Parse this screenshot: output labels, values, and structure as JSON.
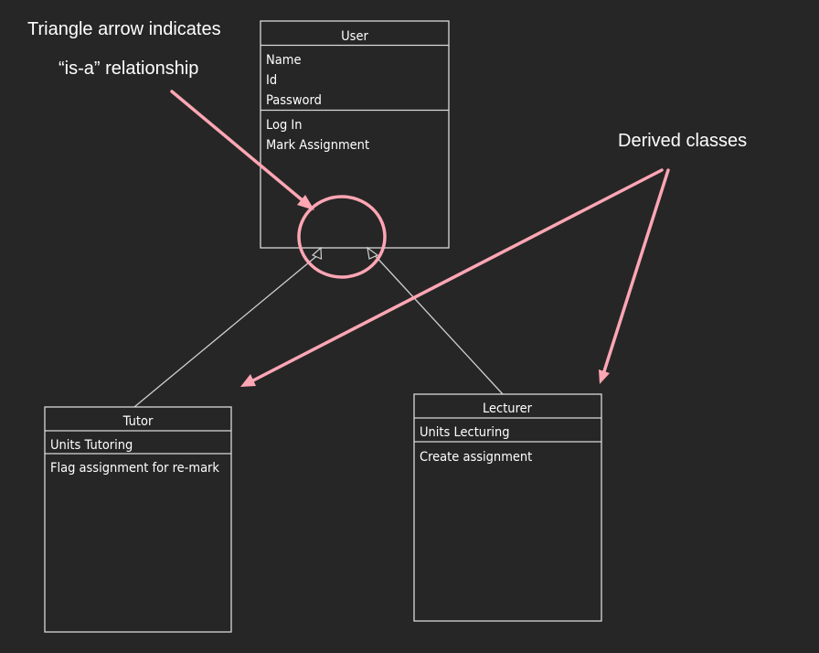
{
  "annotations": {
    "inheritance_note_line1": "Triangle arrow indicates",
    "inheritance_note_line2": "“is-a” relationship",
    "derived_note": "Derived classes"
  },
  "classes": {
    "user": {
      "name": "User",
      "attributes": [
        "Name",
        "Id",
        "Password"
      ],
      "methods": [
        "Log In",
        "Mark Assignment"
      ]
    },
    "tutor": {
      "name": "Tutor",
      "attributes": [
        "Units Tutoring"
      ],
      "methods": [
        "Flag assignment for re-mark"
      ]
    },
    "lecturer": {
      "name": "Lecturer",
      "attributes": [
        "Units Lecturing"
      ],
      "methods": [
        "Create assignment"
      ]
    }
  },
  "colors": {
    "background": "#262626",
    "highlight": "#ffa6b4",
    "line": "#d9d9d9",
    "text": "#ffffff"
  }
}
